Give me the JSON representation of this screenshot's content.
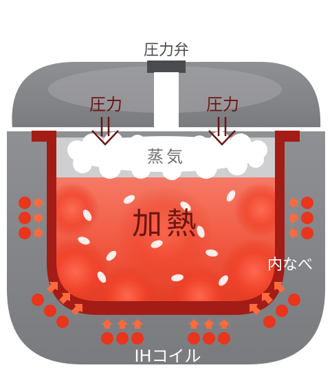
{
  "labels": {
    "pressure_valve": "圧力弁",
    "pressure_left": "圧力",
    "pressure_right": "圧力",
    "steam": "蒸気",
    "heating": "加熱",
    "inner_pot": "内なべ",
    "ih_coil": "IHコイル"
  },
  "colors": {
    "body_gray": "#8a8b8e",
    "lid_gray": "#7e7f82",
    "pot_wall": "#a31c16",
    "heat_red": "#ef3b24",
    "arrow_red": "#ff6a3d",
    "coil_ball": "#e8351c",
    "pressure_text": "#6b1612",
    "steam_white": "#ffffff",
    "background": "#ffffff"
  },
  "icons": {
    "pressure_arrow": "down-arrow-icon",
    "heat_arrow": "small-arrow-icon",
    "coil": "circle-icon",
    "rice_grain": "rice-grain-icon"
  }
}
